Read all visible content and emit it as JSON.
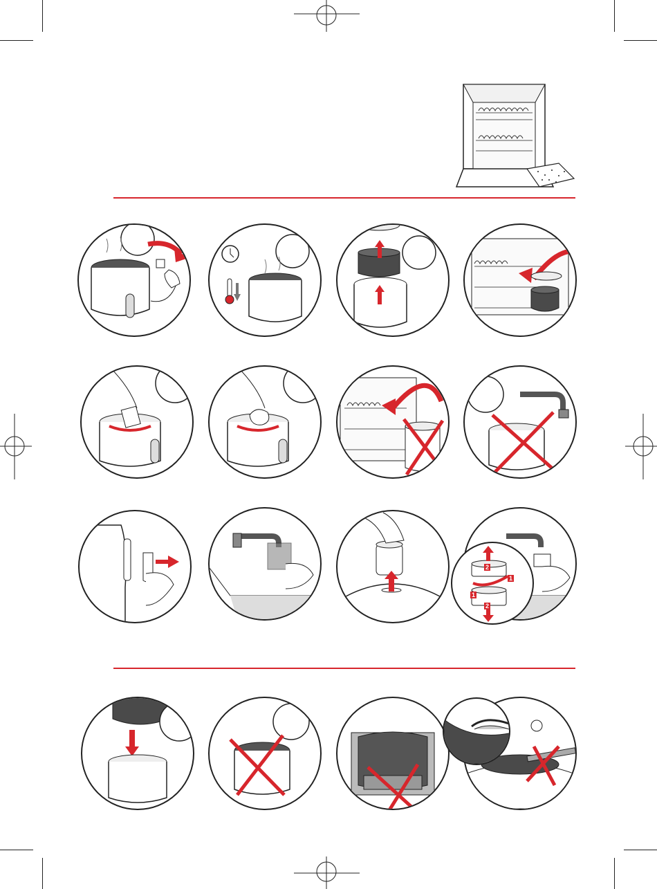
{
  "colors": {
    "accent": "#d7262c",
    "line": "#222222",
    "pot": "#4a4a4a"
  },
  "illustrations": [
    {
      "row": 1,
      "col": 1,
      "icon": "open-lid-unplug-icon"
    },
    {
      "row": 1,
      "col": 2,
      "icon": "cool-down-thermometer-icon"
    },
    {
      "row": 1,
      "col": 3,
      "icon": "remove-bowl-icon"
    },
    {
      "row": 1,
      "col": 4,
      "icon": "dishwasher-safe-icon"
    },
    {
      "row": 2,
      "col": 1,
      "icon": "clean-with-sponge-icon"
    },
    {
      "row": 2,
      "col": 2,
      "icon": "wipe-with-cloth-icon"
    },
    {
      "row": 2,
      "col": 3,
      "icon": "no-dishwasher-body-icon"
    },
    {
      "row": 2,
      "col": 4,
      "icon": "no-water-body-icon"
    },
    {
      "row": 3,
      "col": 1,
      "icon": "remove-condensation-collector-icon"
    },
    {
      "row": 3,
      "col": 2,
      "icon": "rinse-collector-icon"
    },
    {
      "row": 3,
      "col": 3,
      "icon": "remove-steam-valve-icon"
    },
    {
      "row": 3,
      "col": 4,
      "icon": "rinse-steam-valve-icon"
    },
    {
      "row": 4,
      "col": 1,
      "icon": "insert-bowl-icon"
    },
    {
      "row": 4,
      "col": 2,
      "icon": "no-cook-without-bowl-icon"
    },
    {
      "row": 4,
      "col": 3,
      "icon": "no-bowl-missing-plate-icon"
    },
    {
      "row": 4,
      "col": 4,
      "icon": "no-metal-utensils-icon"
    }
  ],
  "valve_steps": {
    "step1": "1",
    "step2": "2"
  }
}
